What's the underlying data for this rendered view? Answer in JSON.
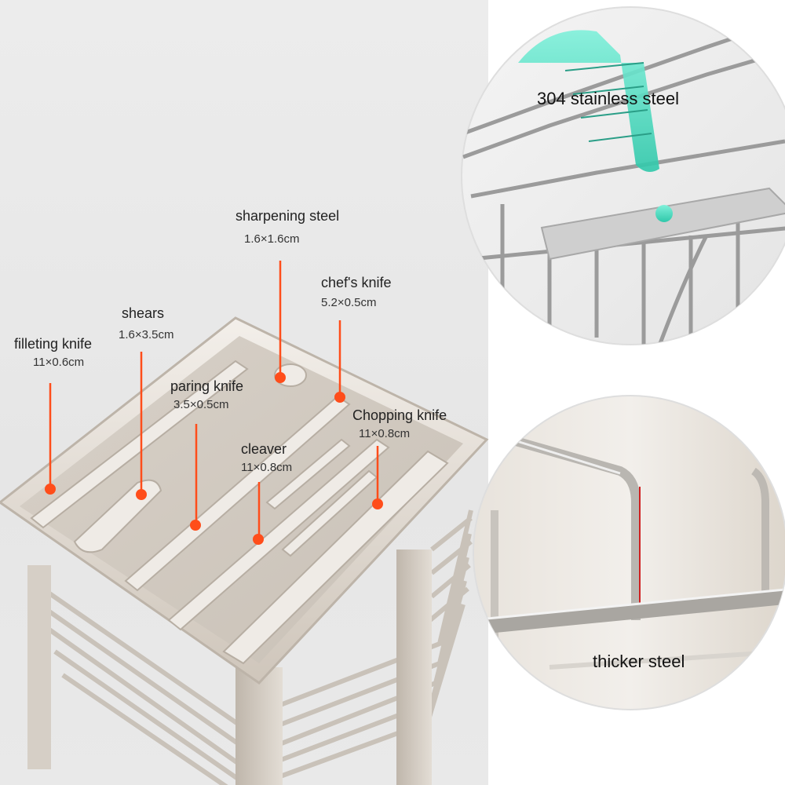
{
  "knife_slots": [
    {
      "name": "sharpening steel",
      "size": "1.6×1.6cm"
    },
    {
      "name": "chef's knife",
      "size": "5.2×0.5cm"
    },
    {
      "name": "shears",
      "size": "1.6×3.5cm"
    },
    {
      "name": "filleting knife",
      "size": "11×0.6cm"
    },
    {
      "name": "paring knife",
      "size": "3.5×0.5cm"
    },
    {
      "name": "Chopping knife",
      "size": "11×0.8cm"
    },
    {
      "name": "cleaver",
      "size": "11×0.8cm"
    }
  ],
  "details": [
    {
      "caption": "304 stainless steel"
    },
    {
      "caption": "thicker steel"
    }
  ],
  "colors": {
    "marker": "#ff4d1a",
    "accent_teal": "#3fd3b6",
    "steel_red_line": "#d02020"
  }
}
